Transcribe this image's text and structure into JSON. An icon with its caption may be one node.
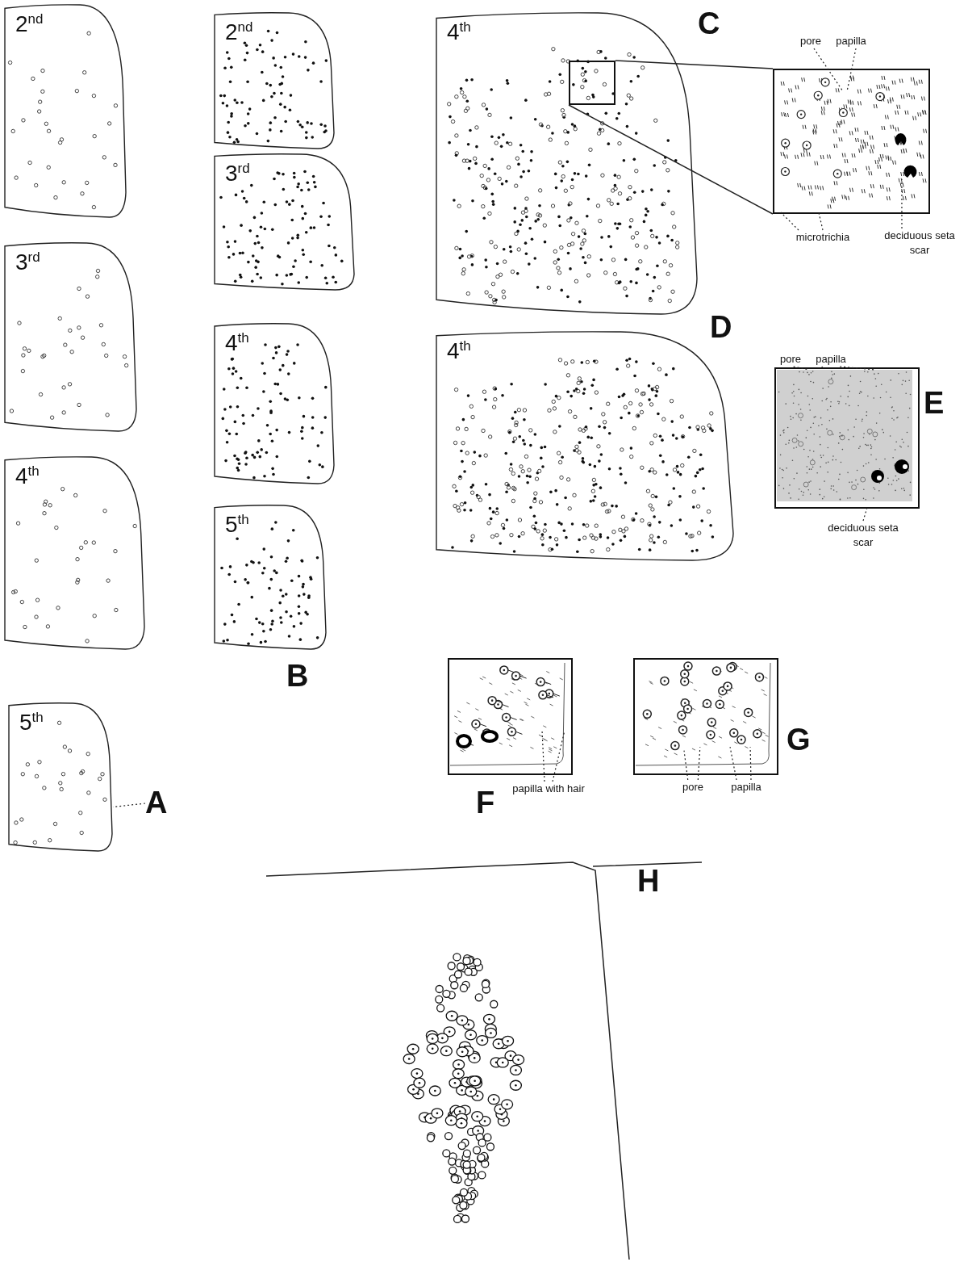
{
  "diagram": {
    "nodes": [
      {
        "text": [
          "2$^{nd}$"
        ]
      },
      {
        "text": [
          "3$^{rd}$"
        ]
      },
      {
        "text": [
          "4$^{th}$"
        ]
      },
      {
        "text": [
          "5$^{th}$"
        ]
      },
      {
        "text": [
          "A"
        ]
      },
      {
        "text": [
          "2$^{nd}$"
        ]
      },
      {
        "text": [
          "3$^{rd}$"
        ]
      },
      {
        "text": [
          "4$^{th}$"
        ]
      },
      {
        "text": [
          "5$^{th}$"
        ]
      },
      {
        "text": [
          "4$^{th}$"
        ]
      },
      {
        "text": [],
        "shape": "box",
        "in": 9
      },
      {
        "text": [],
        "shape": "box"
      },
      {
        "text": [
          "pore"
        ]
      },
      {
        "text": [
          "papilla"
        ]
      },
      {
        "text": [
          "microtrichia"
        ]
      },
      {
        "text": [
          "deciduous seta scar"
        ]
      },
      {
        "text": [
          "4$^{th}$"
        ]
      },
      {
        "text": [],
        "shape": "box"
      },
      {
        "text": [
          "pore"
        ]
      },
      {
        "text": [
          "papilla"
        ]
      },
      {
        "text": [
          "deciduous seta scar"
        ]
      },
      {
        "text": [],
        "shape": "box"
      },
      {
        "text": [
          "papilla with hair"
        ]
      },
      {
        "text": [],
        "shape": "box"
      },
      {
        "text": [
          "pore"
        ]
      },
      {
        "text": [
          "papilla"
        ]
      }
    ],
    "edges": [
      {
        "from": 10,
        "to": 11,
        "arrow": "none"
      },
      {
        "from": 10,
        "to": 11,
        "arrow": "none"
      },
      {
        "from": 12,
        "to": 11,
        "arrow": "none",
        "style": "dashed"
      },
      {
        "from": 13,
        "to": 11,
        "arrow": "none",
        "style": "dashed"
      },
      {
        "from": 14,
        "to": 11,
        "arrow": "none",
        "style": "dashed"
      },
      {
        "from": 14,
        "to": 11,
        "arrow": "none",
        "style": "dashed"
      },
      {
        "from": 15,
        "to": 11,
        "arrow": "none",
        "style": "dashed"
      },
      {
        "from": 18,
        "to": 17,
        "arrow": "none",
        "style": "dashed"
      },
      {
        "from": 19,
        "to": 17,
        "arrow": "none",
        "style": "dashed"
      },
      {
        "from": 19,
        "to": 17,
        "arrow": "none",
        "style": "dashed"
      },
      {
        "from": 20,
        "to": 17,
        "arrow": "none",
        "style": "dashed"
      },
      {
        "from": 22,
        "to": 21,
        "arrow": "none",
        "style": "dashed"
      },
      {
        "from": 22,
        "to": 21,
        "arrow": "none",
        "style": "dashed"
      },
      {
        "from": 24,
        "to": 23,
        "arrow": "none",
        "style": "dashed"
      },
      {
        "from": 24,
        "to": 23,
        "arrow": "none",
        "style": "dashed"
      },
      {
        "from": 25,
        "to": 23,
        "arrow": "none",
        "style": "dashed"
      },
      {
        "from": 25,
        "to": 23,
        "arrow": "none",
        "style": "dashed"
      },
      {
        "from": 4,
        "to": 3,
        "arrow": "none",
        "style": "dashed"
      }
    ],
    "labels": [
      "B",
      "C",
      "D",
      "E",
      "F",
      "G",
      "H"
    ]
  }
}
